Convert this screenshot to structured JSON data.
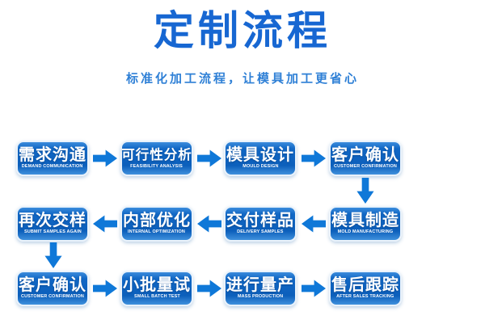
{
  "header": {
    "title": "定制流程",
    "subtitle": "标准化加工流程，让模具加工更省心"
  },
  "colors": {
    "title_blue": "#1767d2",
    "subtitle_blue": "#2f80d6",
    "box_fill_top": "#3b8cdc",
    "box_fill_main": "#0c5fbb",
    "box_border": "#e9f2fb",
    "arrow_blue": "#0f78d8",
    "box_text": "#ffffff",
    "background": "#ffffff"
  },
  "flow": {
    "rows": [
      {
        "direction": "right",
        "steps": [
          {
            "zh": "需求沟通",
            "en": "DEMAND COMMUNICATION"
          },
          {
            "zh": "可行性分析",
            "en": "FEASIBILITY ANALYSIS"
          },
          {
            "zh": "模具设计",
            "en": "MOULD DESIGN"
          },
          {
            "zh": "客户确认",
            "en": "CUSTOMER CONFIRMATION"
          }
        ]
      },
      {
        "direction": "left",
        "steps": [
          {
            "zh": "再次交样",
            "en": "SUBMIT SAMPLES AGAIN"
          },
          {
            "zh": "内部优化",
            "en": "INTERNAL OPTIMIZATION"
          },
          {
            "zh": "交付样品",
            "en": "DELIVERY SAMPLES"
          },
          {
            "zh": "模具制造",
            "en": "MOLD MANUFACTURING"
          }
        ]
      },
      {
        "direction": "right",
        "steps": [
          {
            "zh": "客户确认",
            "en": "CUSTOMER CONFIRMATION"
          },
          {
            "zh": "小批量试",
            "en": "SMALL BATCH TEST"
          },
          {
            "zh": "进行量产",
            "en": "MASS PRODUCTION"
          },
          {
            "zh": "售后跟踪",
            "en": "AFTER SALES TRACKING"
          }
        ]
      }
    ]
  }
}
